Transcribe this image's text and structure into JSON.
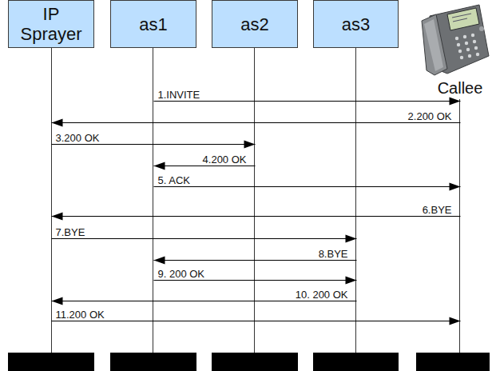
{
  "diagram": {
    "nodes": [
      {
        "text": [
          "IP Sprayer"
        ]
      },
      {
        "text": [
          "as1"
        ]
      },
      {
        "text": [
          "as2"
        ]
      },
      {
        "text": [
          "as3"
        ]
      },
      {
        "text": [
          "Callee"
        ]
      }
    ],
    "edges": [
      {
        "from": 1,
        "to": 4,
        "label": "1.INVITE",
        "arrow": "to"
      },
      {
        "from": 4,
        "to": 0,
        "label": "2.200 OK",
        "arrow": "to"
      },
      {
        "from": 0,
        "to": 2,
        "label": "3.200 OK",
        "arrow": "to"
      },
      {
        "from": 2,
        "to": 1,
        "label": "4.200 OK",
        "arrow": "to"
      },
      {
        "from": 1,
        "to": 4,
        "label": "5. ACK",
        "arrow": "to"
      },
      {
        "from": 4,
        "to": 0,
        "label": "6.BYE",
        "arrow": "to"
      },
      {
        "from": 0,
        "to": 3,
        "label": "7.BYE",
        "arrow": "to"
      },
      {
        "from": 3,
        "to": 1,
        "label": "8.BYE",
        "arrow": "to"
      },
      {
        "from": 1,
        "to": 3,
        "label": "9. 200 OK",
        "arrow": "to"
      },
      {
        "from": 3,
        "to": 0,
        "label": "10. 200 OK",
        "arrow": "to"
      },
      {
        "from": 0,
        "to": 4,
        "label": "11.200 OK",
        "arrow": "to"
      }
    ]
  }
}
